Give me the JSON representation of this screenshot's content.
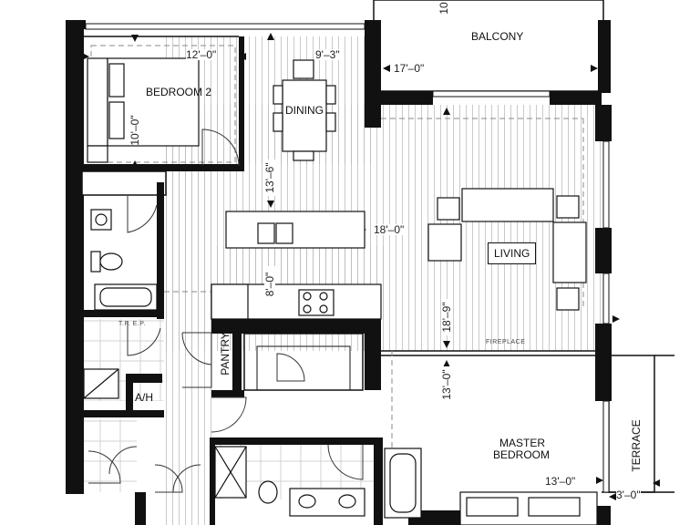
{
  "rooms": {
    "balcony": "BALCONY",
    "bedroom2": "BEDROOM 2",
    "dining": "DINING",
    "living": "LIVING",
    "pantry": "PANTRY",
    "ah": "A/H",
    "master_line1": "MASTER",
    "master_line2": "BEDROOM",
    "terrace": "TERRACE",
    "fireplace": "FIREPLACE",
    "tp_ep": "T.P.  E.P."
  },
  "dimensions": {
    "bedroom2_width": "12'–0\"",
    "bedroom2_depth": "10'–0\"",
    "dining_width": "9'–3\"",
    "balcony_width": "17'–0\"",
    "balcony_depth_partial": "10",
    "dining_depth": "13'–6\"",
    "living_width": "18'–0\"",
    "kitchen_depth": "8'–0\"",
    "living_depth": "18'–9\"",
    "master_depth": "13'–0\"",
    "master_width": "13'–0\"",
    "terrace_width": "3'–0\""
  }
}
